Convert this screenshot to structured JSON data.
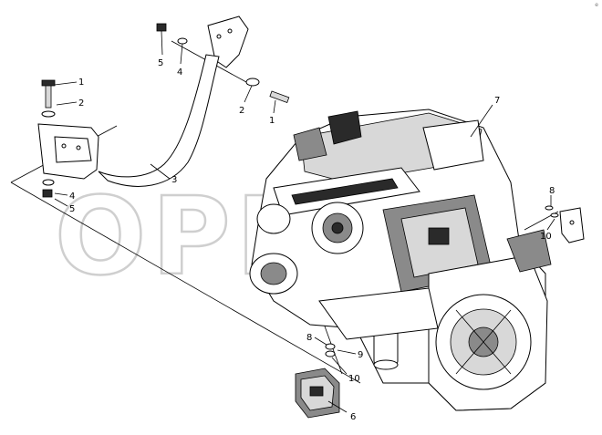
{
  "watermark": "OPEN",
  "corner_mark": "e",
  "callouts": [
    {
      "id": "c1",
      "text": "1"
    },
    {
      "id": "c2",
      "text": "2"
    },
    {
      "id": "c3",
      "text": "3"
    },
    {
      "id": "c4",
      "text": "4"
    },
    {
      "id": "c5",
      "text": "5"
    },
    {
      "id": "c6",
      "text": "6"
    },
    {
      "id": "c7",
      "text": "7"
    },
    {
      "id": "c8",
      "text": "8"
    },
    {
      "id": "c9",
      "text": "9"
    },
    {
      "id": "c10",
      "text": "10"
    }
  ]
}
